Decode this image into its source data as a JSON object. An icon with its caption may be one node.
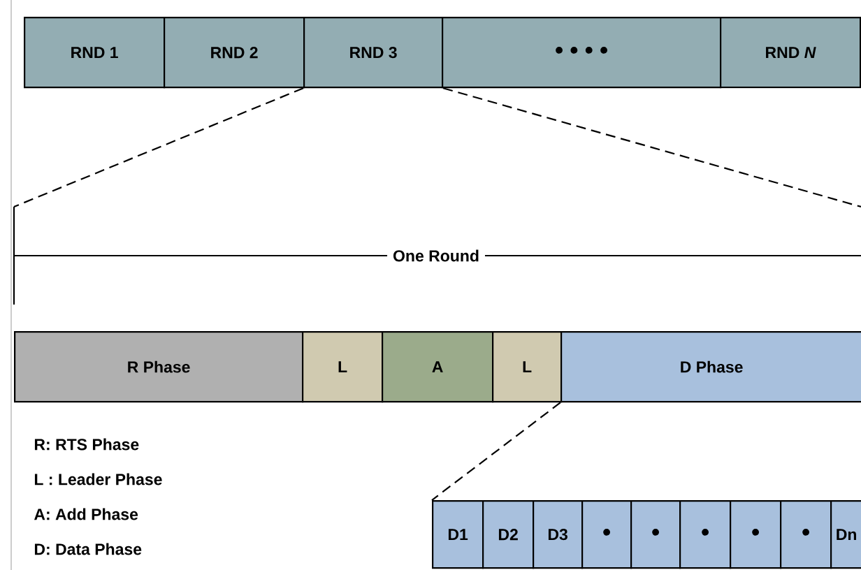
{
  "diagram": {
    "nodes": [
      {
        "text": [
          "RND 1"
        ]
      },
      {
        "text": [
          "RND 2"
        ]
      },
      {
        "text": [
          "RND 3"
        ]
      },
      {
        "text": [
          "• • • •"
        ]
      },
      {
        "text": [
          "RND *N*"
        ]
      },
      {
        "text": [
          "R Phase"
        ]
      },
      {
        "text": [
          "L"
        ]
      },
      {
        "text": [
          "A"
        ]
      },
      {
        "text": [
          "L"
        ]
      },
      {
        "text": [
          "D Phase"
        ]
      },
      {
        "text": [
          "D1"
        ]
      },
      {
        "text": [
          "D2"
        ]
      },
      {
        "text": [
          "D3"
        ]
      },
      {
        "text": [
          "•"
        ]
      },
      {
        "text": [
          "•"
        ]
      },
      {
        "text": [
          "•"
        ]
      },
      {
        "text": [
          "•"
        ]
      },
      {
        "text": [
          "•"
        ]
      },
      {
        "text": [
          "Dn"
        ]
      }
    ],
    "edges": [
      {
        "from": 2,
        "to": null,
        "arrow": "none",
        "style": "dashed"
      },
      {
        "from": 2,
        "to": null,
        "arrow": "none",
        "style": "dashed"
      },
      {
        "from": 9,
        "to": 10,
        "arrow": "none",
        "style": "dashed"
      }
    ],
    "labels": [
      "One Round",
      "R:  RTS Phase",
      "L :  Leader Phase",
      "A:  Add Phase",
      "D:  Data Phase"
    ]
  }
}
